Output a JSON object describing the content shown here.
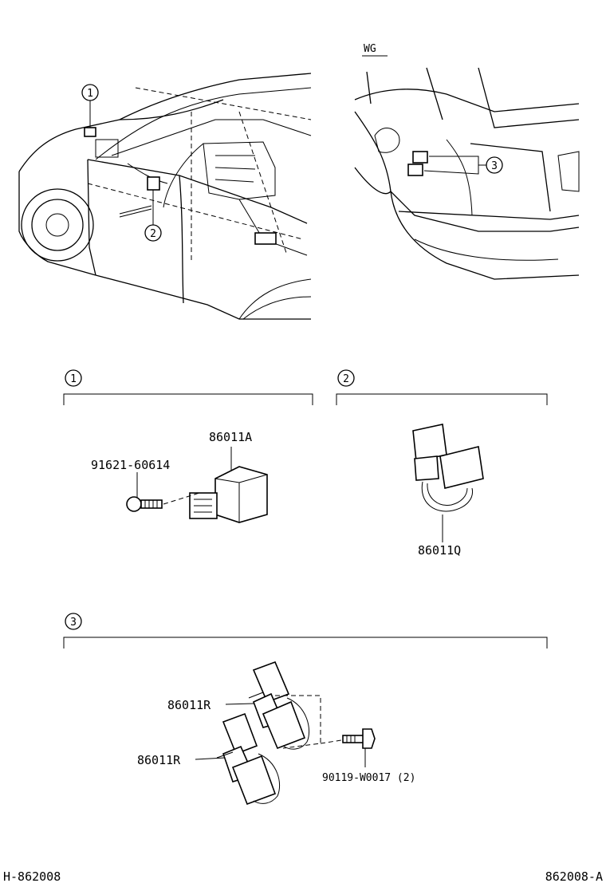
{
  "variant_label": "WG",
  "callouts": [
    "1",
    "2",
    "3"
  ],
  "sections": [
    {
      "number": "1",
      "parts": [
        "86011A",
        "91621-60614"
      ]
    },
    {
      "number": "2",
      "parts": [
        "86011Q"
      ]
    },
    {
      "number": "3",
      "parts": [
        "86011R",
        "86011R",
        "90119-W0017 (2)"
      ]
    }
  ],
  "footer": {
    "left": "H-862008",
    "right": "862008-A"
  },
  "icons": [
    "car-front-view",
    "car-rear-view",
    "relay-icon",
    "bolt-icon",
    "connector-harness-icon"
  ]
}
